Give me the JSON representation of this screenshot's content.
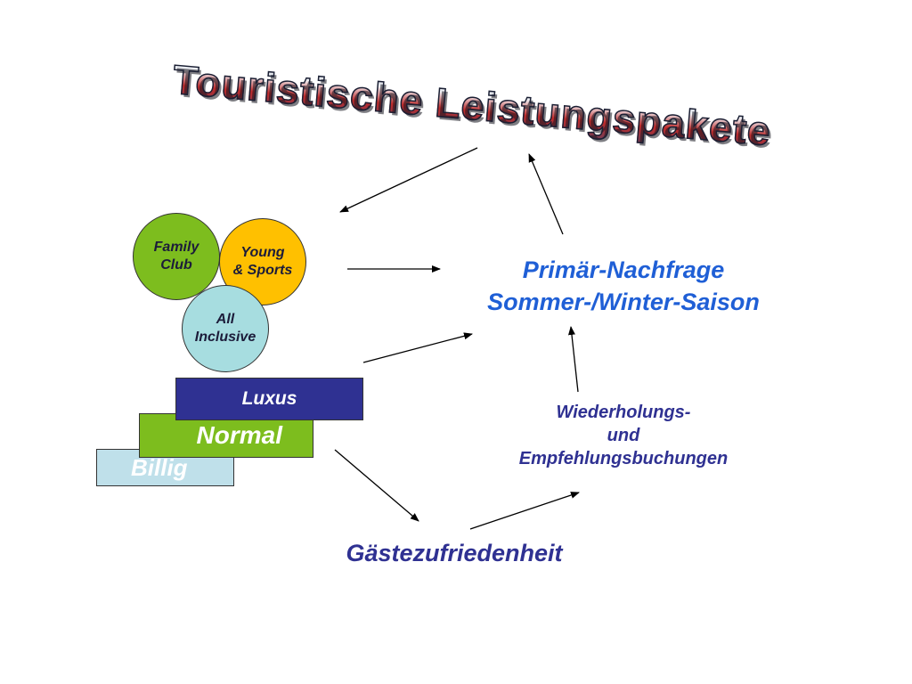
{
  "title": "Touristische Leistungspakete",
  "circles": {
    "family_club": "Family\nClub",
    "young_sports": "Young\n& Sports",
    "all_inclusive": "All\nInclusive"
  },
  "tiers": {
    "luxus": "Luxus",
    "normal": "Normal",
    "billig": "Billig"
  },
  "primaer": {
    "line1": "Primär-Nachfrage",
    "line2": "Sommer-/Winter-Saison"
  },
  "wiederholung": {
    "line1": "Wiederholungs-",
    "line2": "und",
    "line3": "Empfehlungsbuchungen"
  },
  "gaestezufriedenheit": "Gästezufriedenheit",
  "colors": {
    "family_club": "#7dbd1e",
    "young_sports": "#ffc000",
    "all_inclusive": "#a7dde0",
    "luxus": "#2f3192",
    "normal": "#7dbd1e",
    "billig": "#bfe0ea",
    "primaer_text": "#1f5fd6",
    "dark_blue_text": "#2f3192"
  }
}
